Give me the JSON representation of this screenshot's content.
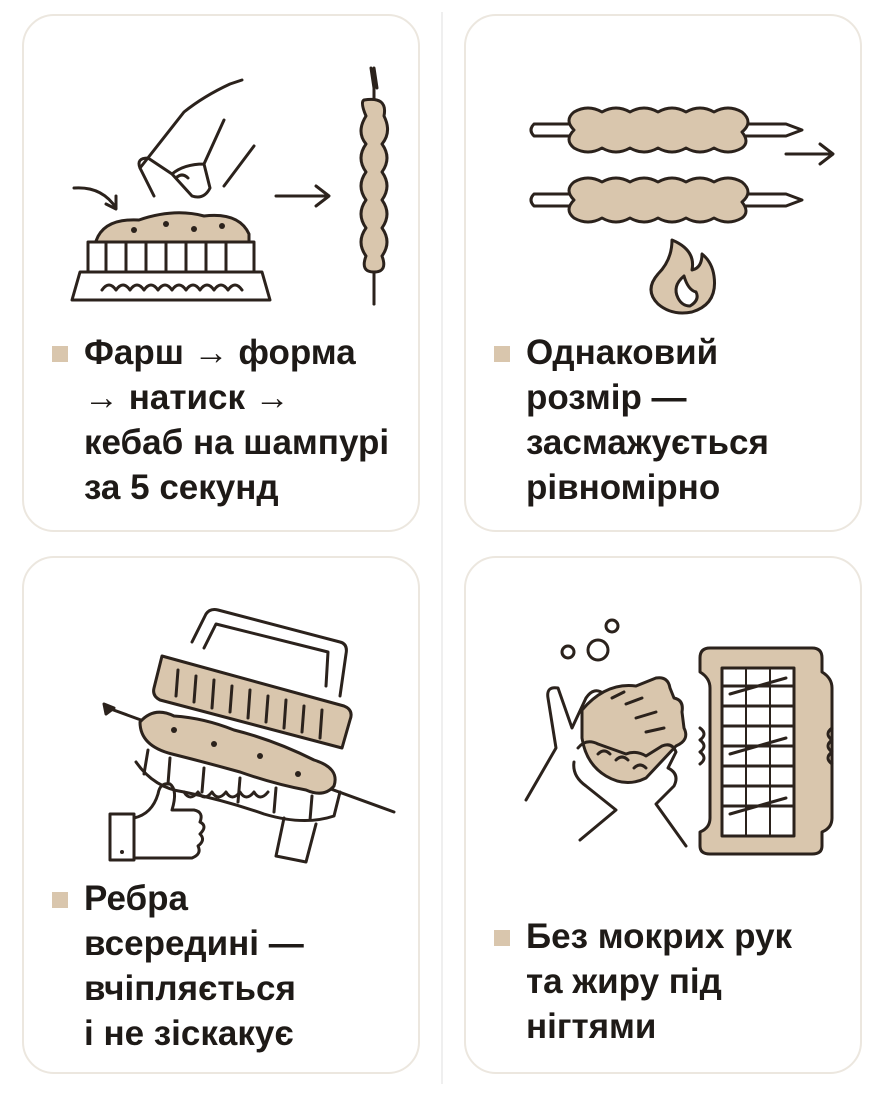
{
  "colors": {
    "ink": "#2b221c",
    "tan": "#d9c6ad",
    "card_border": "#ece7df",
    "bullet": "#d9c6ad"
  },
  "cards": [
    {
      "illustration": "hand-pressing-mince-into-mold-then-kebab-on-skewer",
      "lines": [
        "Фарш → форма",
        "→ натиск →",
        "кебаб на шампурі",
        "за 5 секунд"
      ]
    },
    {
      "illustration": "two-kebab-skewers-over-flame",
      "lines": [
        "Однаковий",
        "розмір —",
        "засмажується",
        "рівномірно"
      ]
    },
    {
      "illustration": "kebab-press-with-ribs-and-thumbs-up",
      "lines": [
        "Ребра",
        "всередині —",
        "вчіпляється",
        "і не зіскакує"
      ]
    },
    {
      "illustration": "washing-hands-and-mold",
      "lines": [
        "Без мокрих рук",
        "та жиру під",
        "нігтями"
      ]
    }
  ]
}
